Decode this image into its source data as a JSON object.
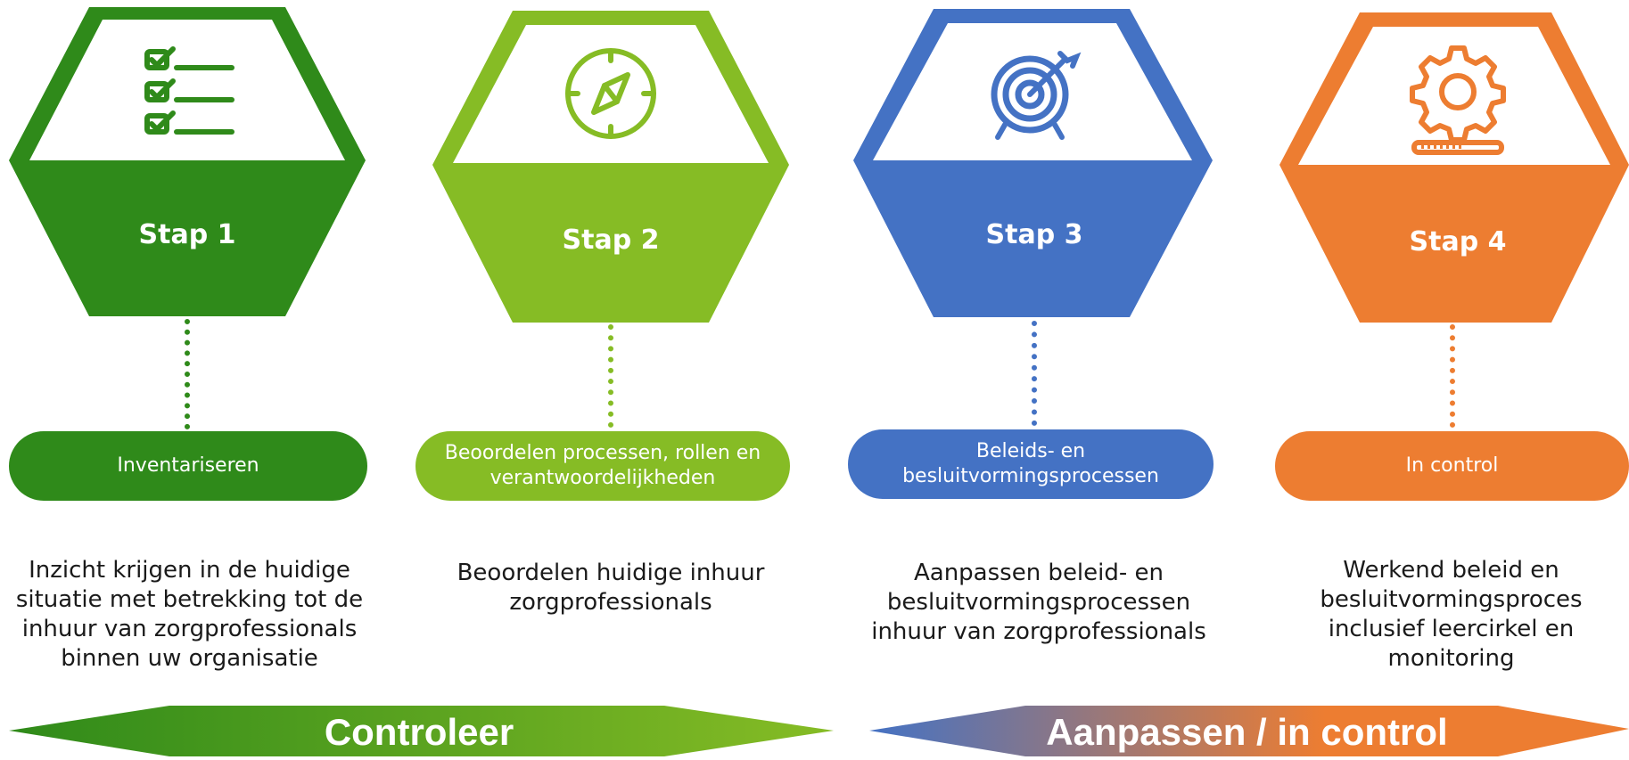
{
  "steps": [
    {
      "title": "Stap 1",
      "label": "Inventariseren",
      "description": "Inzicht krijgen in de huidige situatie met betrekking tot de inhuur van zorgprofessionals binnen uw organisatie",
      "color": "#2f8a1a",
      "icon": "checklist-icon"
    },
    {
      "title": "Stap 2",
      "label": "Beoordelen processen, rollen en verantwoordelijkheden",
      "description": "Beoordelen huidige inhuur zorgprofessionals",
      "color": "#86bc25",
      "icon": "compass-icon"
    },
    {
      "title": "Stap 3",
      "label": "Beleids- en besluitvormingsprocessen",
      "description": "Aanpassen beleid- en besluitvormingsprocessen inhuur van zorgprofessionals",
      "color": "#4472c4",
      "icon": "target-icon"
    },
    {
      "title": "Stap 4",
      "label": "In control",
      "description": "Werkend beleid en besluitvormingsproces inclusief leercirkel en monitoring",
      "color": "#ed7d31",
      "icon": "gear-progress-icon"
    }
  ],
  "phases": [
    {
      "label": "Controleer",
      "colors": [
        "#2f8a1a",
        "#86bc25"
      ]
    },
    {
      "label": "Aanpassen / in control",
      "colors": [
        "#4472c4",
        "#ed7d31"
      ]
    }
  ]
}
